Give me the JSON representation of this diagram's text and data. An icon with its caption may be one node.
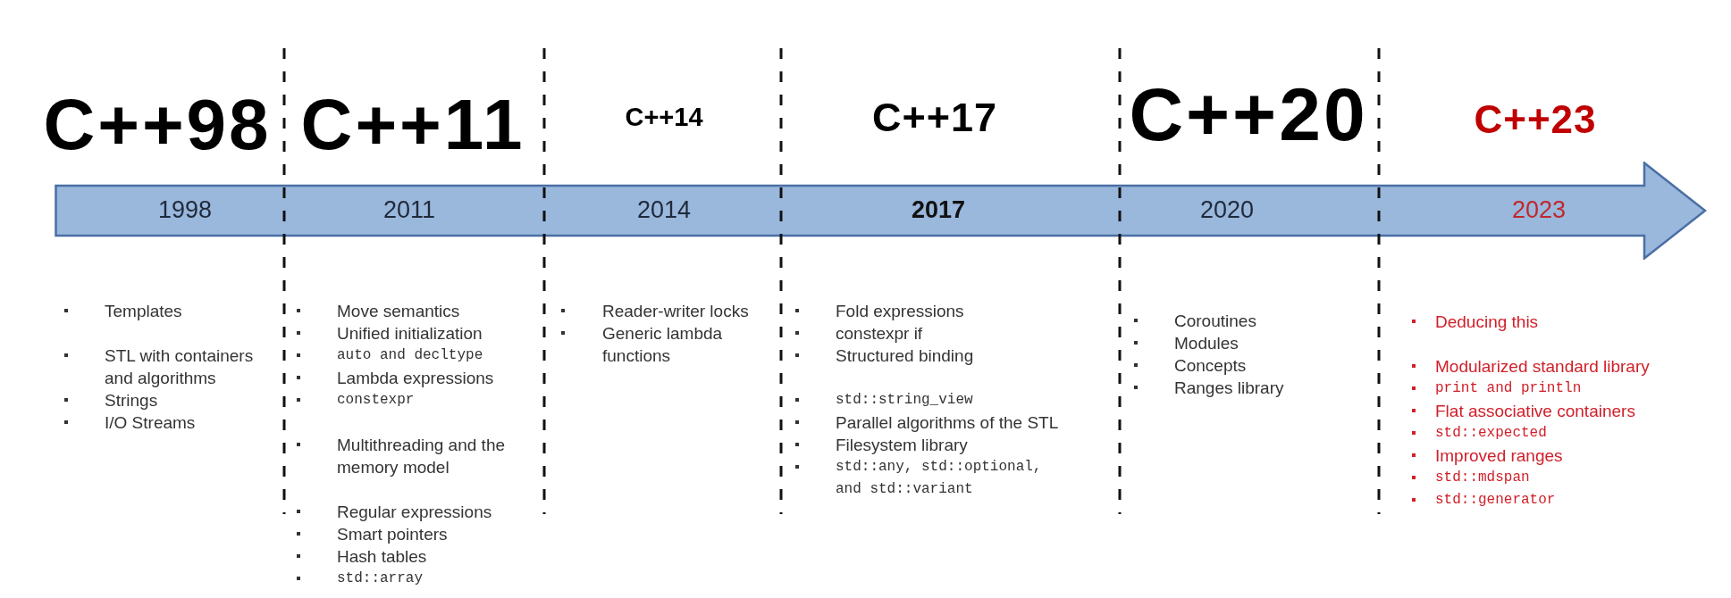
{
  "diagram": {
    "nodes": [
      {
        "text": [
          "1998",
          "2011",
          "2014",
          "2017",
          "2020",
          "2023"
        ]
      }
    ],
    "labels": [
      "C++98",
      "C++11",
      "C++14",
      "C++17",
      "C++20",
      "C++23",
      "Templates",
      "STL with containers and algorithms",
      "Strings",
      "I/O Streams",
      "Move semantics",
      "Unified initialization",
      "auto and decltype",
      "Lambda expressions",
      "constexpr",
      "Multithreading and the memory model",
      "Regular expressions",
      "Smart pointers",
      "Hash tables",
      "std::array",
      "Reader-writer locks",
      "Generic lambda functions",
      "Fold expressions",
      "constexpr if",
      "Structured binding",
      "std::string_view",
      "Parallel algorithms of the STL",
      "Filesystem library",
      "std::any, std::optional, and std::variant",
      "Coroutines",
      "Modules",
      "Concepts",
      "Ranges library",
      "Deducing this",
      "Modularized standard library",
      "print and println",
      "Flat associative containers",
      "std::expected",
      "Improved ranges",
      "std::mdspan",
      "std::generator"
    ]
  }
}
